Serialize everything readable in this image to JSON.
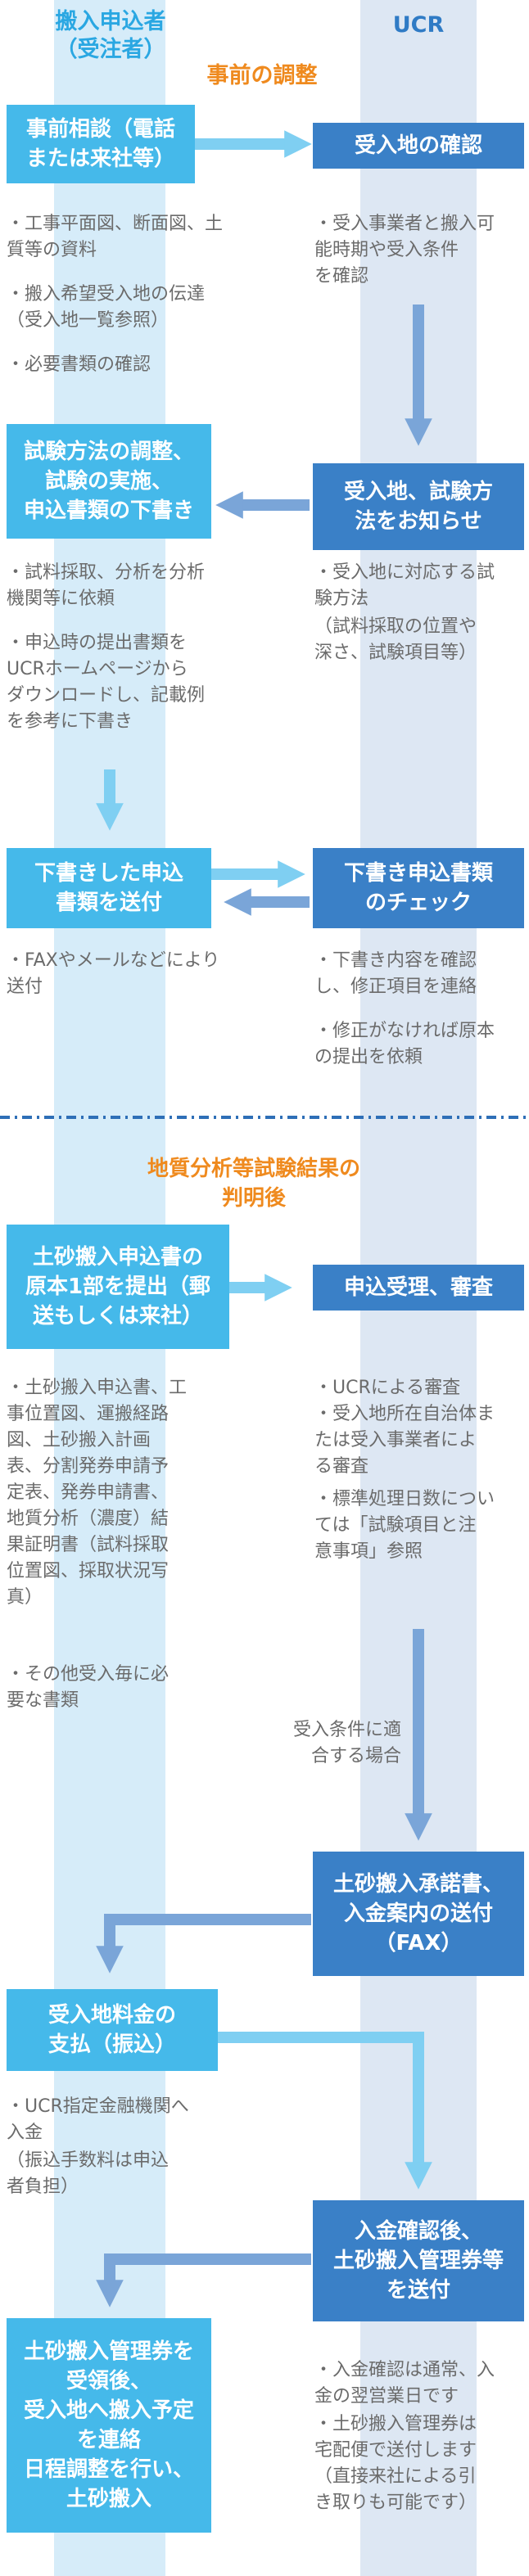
{
  "header": {
    "left_title": "搬入申込者\n（受注者）",
    "right_title": "UCR",
    "stage1": "事前の調整",
    "stage2": "地質分析等試験結果の\n判明後"
  },
  "colors": {
    "left_lane": "#d6ecf9",
    "right_lane": "#dde7f3",
    "left_box": "#45b9ea",
    "right_box": "#3a80c7",
    "stage_title": "#ef8a1e",
    "divider": "#2e6fb7"
  },
  "boxes": {
    "l1": "事前相談（電話\nまたは来社等）",
    "r1": "受入地の確認",
    "r2": "受入地、試験方\n法をお知らせ",
    "l2": "試験方法の調整、\n試験の実施、\n申込書類の下書き",
    "l3": "下書きした申込\n書類を送付",
    "r3": "下書き申込書類\nのチェック",
    "l4": "土砂搬入申込書の\n原本1部を提出（郵\n送もしくは来社）",
    "r4": "申込受理、審査",
    "r5": "土砂搬入承諾書、\n入金案内の送付\n（FAX）",
    "l5": "受入地料金の\n支払（振込）",
    "r6": "入金確認後、\n土砂搬入管理券等\nを送付",
    "l6": "土砂搬入管理券を\n受領後、\n受入地へ搬入予定\nを連絡\n日程調整を行い、\n土砂搬入"
  },
  "notes": {
    "l1a": "・工事平面図、断面図、土\n  質等の資料",
    "l1b": "・搬入希望受入地の伝達\n  （受入地一覧参照）",
    "l1c": "・必要書類の確認",
    "r1a": "・受入事業者と搬入可\n  能時期や受入条件\n  を確認",
    "l2a": "・試料採取、分析を分析\n  機関等に依頼",
    "l2b": "・申込時の提出書類を\n  UCRホームページから\n  ダウンロードし、記載例\n  を参考に下書き",
    "r2a": "・受入地に対応する試\n  験方法",
    "r2b": "（試料採取の位置や\n  深さ、試験項目等）",
    "l3a": "・FAXやメールなどにより\n  送付",
    "r3a": "・下書き内容を確認\n  し、修正項目を連絡",
    "r3b": "・修正がなければ原本\n  の提出を依頼",
    "l4a": "・土砂搬入申込書、工\n  事位置図、運搬経路\n  図、土砂搬入計画\n  表、分割発券申請予\n  定表、発券申請書、\n  地質分析（濃度）結\n  果証明書（試料採取\n  位置図、採取状況写\n  真）",
    "l4b": "・その他受入毎に必\n  要な書類",
    "r4a": "・UCRによる審査",
    "r4b": "・受入地所在自治体ま\n  たは受入事業者によ\n  る審査",
    "r4c": "・標準処理日数につい\n  ては「試験項目と注\n  意事項」参照",
    "cond": "受入条件に適\n合する場合",
    "l5a": "・UCR指定金融機関へ\n  入金",
    "l5b": "（振込手数料は申込\n  者負担）",
    "r6a": "・入金確認は通常、入\n  金の翌営業日です",
    "r6b": "・土砂搬入管理券は\n  宅配便で送付します\n  （直接来社による引\n  き取りも可能です）"
  }
}
